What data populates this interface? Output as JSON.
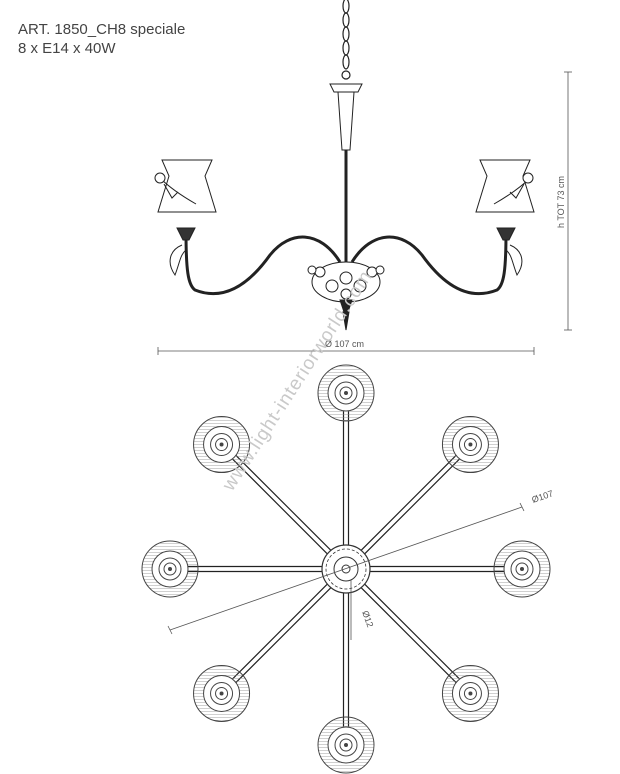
{
  "header": {
    "article": "ART. 1850_CH8 speciale",
    "lamps": "8 x E14 x 40W"
  },
  "dimensions": {
    "height_label": "h TOT 73 cm",
    "width_label": "Ø 107 cm",
    "top_diameter_label": "Ø107",
    "center_diameter_label": "Ø12"
  },
  "watermark": "www.light-interiorworld.com",
  "top_view": {
    "arm_count": 8
  },
  "colors": {
    "line": "#222222",
    "hatch": "#888888",
    "watermark": "#c9c9c9"
  }
}
